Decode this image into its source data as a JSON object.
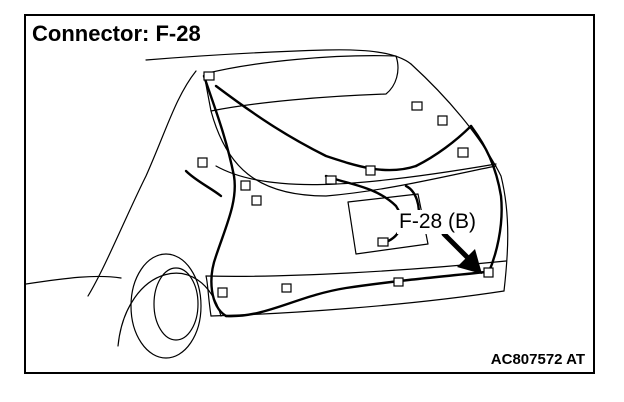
{
  "diagram": {
    "title": "Connector: F-28",
    "callout_label": "F-28 (B)",
    "reference_code": "AC807572 AT"
  }
}
